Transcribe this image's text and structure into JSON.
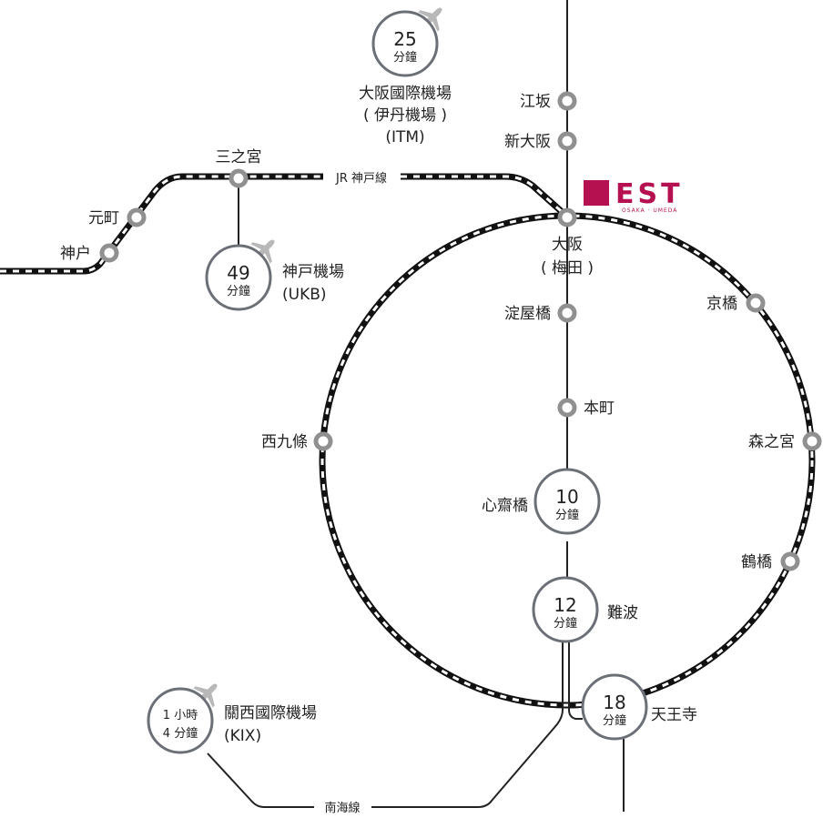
{
  "colors": {
    "track": "#111111",
    "station_ring": "#909090",
    "badge_ring": "#6b6f76",
    "plane": "#b8b8b8",
    "logo": "#b5104f"
  },
  "logo": {
    "text": "EST",
    "subtext": "OSAKA · UMEDA"
  },
  "lines": {
    "jr_kobe": "JR 神戸線",
    "nankai": "南海線"
  },
  "stations": {
    "esaka": "江坂",
    "shin_osaka": "新大阪",
    "osaka": "大阪",
    "umeda": "( 梅田 )",
    "yodoyabashi": "淀屋橋",
    "honmachi": "本町",
    "shinsaibashi": "心齋橋",
    "namba": "難波",
    "tennoji": "天王寺",
    "kyobashi": "京橋",
    "morinomiya": "森之宮",
    "tsuruhashi": "鶴橋",
    "nishikujo": "西九條",
    "sannomiya": "三之宮",
    "motomachi": "元町",
    "kobe": "神户"
  },
  "airports": {
    "itami": {
      "line1": "大阪國際機場",
      "line2": "( 伊丹機場 )",
      "line3": "(ITM)"
    },
    "kobe": {
      "line1": "神戸機場",
      "line2": "(UKB)"
    },
    "kansai": {
      "line1": "關西國際機場",
      "line2": "(KIX)"
    }
  },
  "badges": {
    "itami": {
      "num": "25",
      "unit": "分鐘"
    },
    "kobe": {
      "num": "49",
      "unit": "分鐘"
    },
    "shinsaibashi": {
      "num": "10",
      "unit": "分鐘"
    },
    "namba": {
      "num": "12",
      "unit": "分鐘"
    },
    "tennoji": {
      "num": "18",
      "unit": "分鐘"
    },
    "kansai": {
      "line1": "1 小時",
      "line2": "4 分鐘"
    }
  },
  "icons": {
    "plane_itami": "airplane-icon",
    "plane_kobe": "airplane-icon",
    "plane_kansai": "airplane-icon"
  }
}
